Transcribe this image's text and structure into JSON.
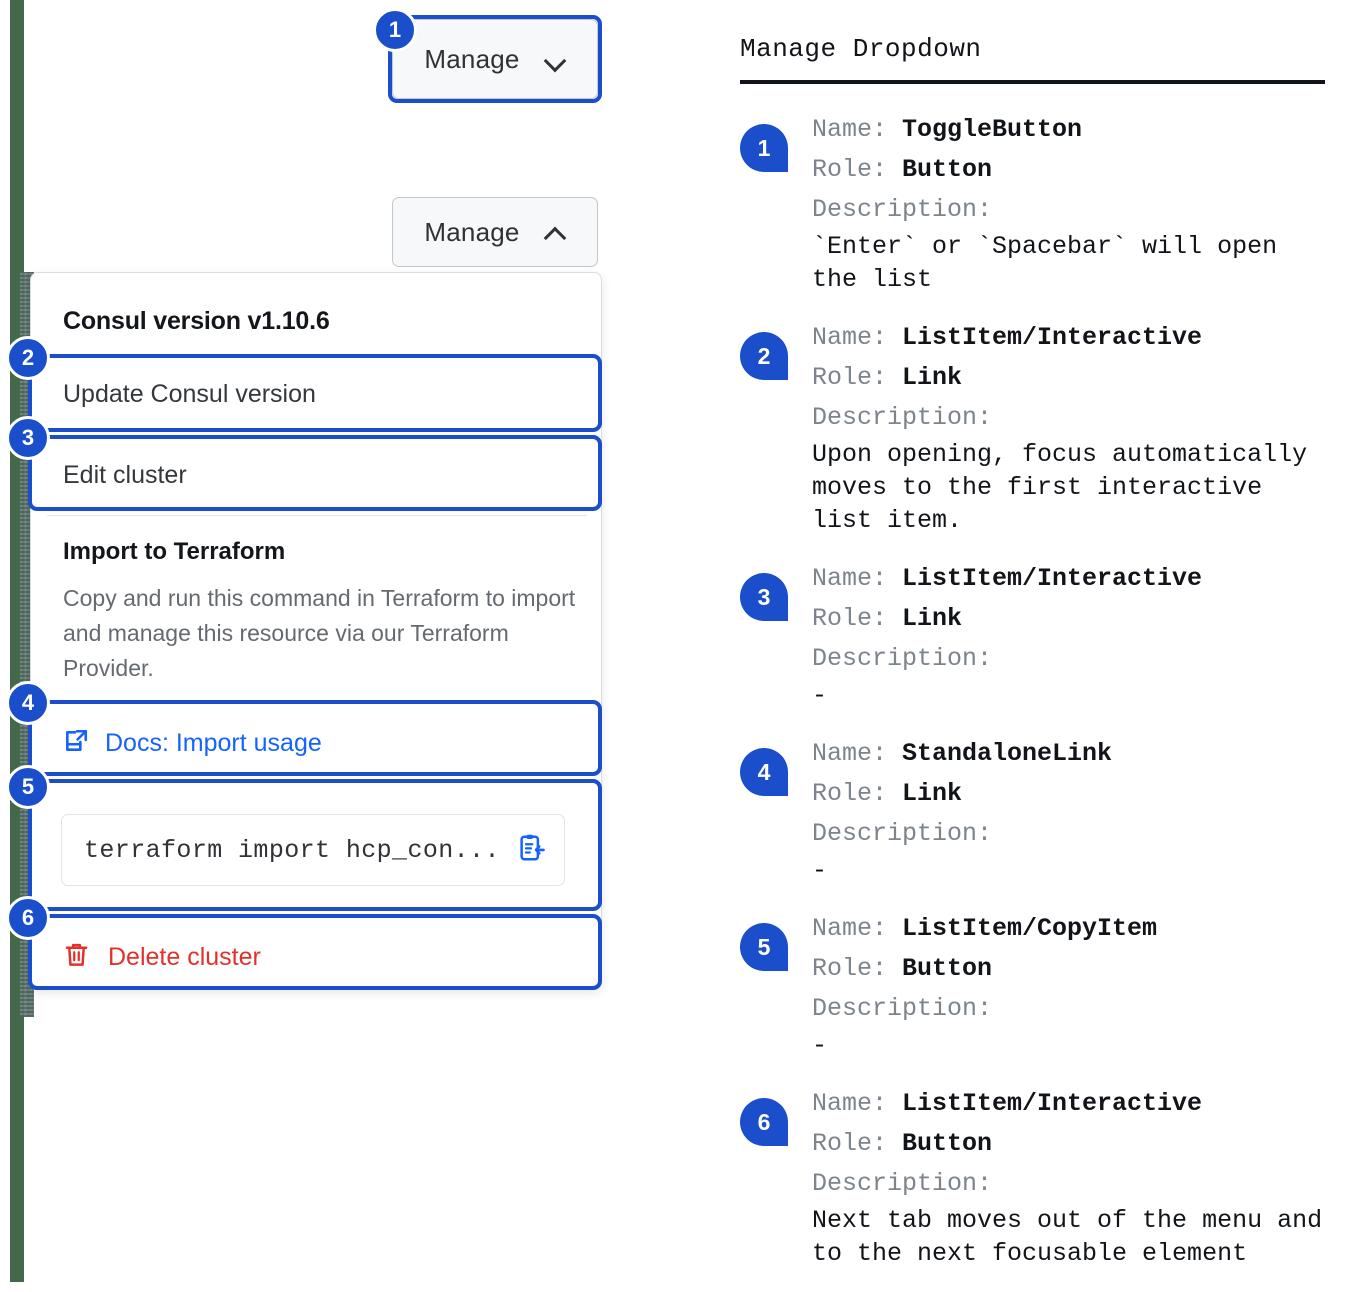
{
  "left": {
    "toggle_closed": {
      "label": "Manage",
      "icon": "chevron-down-icon"
    },
    "toggle_open": {
      "label": "Manage",
      "icon": "chevron-up-icon"
    },
    "menu": {
      "header": "Consul version v1.10.6",
      "items": [
        {
          "label": "Update Consul version"
        },
        {
          "label": "Edit cluster"
        }
      ],
      "terraform": {
        "title": "Import to Terraform",
        "description": "Copy and run this command in Terraform to import and manage this resource via our Terraform Provider.",
        "docs_link": "Docs: Import usage",
        "docs_icon": "external-link-docs-icon",
        "code": "terraform import hcp_con...",
        "copy_icon": "copy-clipboard-icon"
      },
      "delete": {
        "label": "Delete cluster",
        "icon": "trash-icon"
      }
    },
    "badges": [
      "1",
      "2",
      "3",
      "4",
      "5",
      "6"
    ]
  },
  "right": {
    "title": "Manage Dropdown",
    "labels": {
      "name": "Name:",
      "role": "Role:",
      "description": "Description:"
    },
    "entries": [
      {
        "badge": "1",
        "name": "ToggleButton",
        "role": "Button",
        "description": "`Enter` or `Spacebar` will open\nthe list"
      },
      {
        "badge": "2",
        "name": "ListItem/Interactive",
        "role": "Link",
        "description": "Upon opening, focus automatically\nmoves to the first interactive\nlist item."
      },
      {
        "badge": "3",
        "name": "ListItem/Interactive",
        "role": "Link",
        "description": "-"
      },
      {
        "badge": "4",
        "name": "StandaloneLink",
        "role": "Link",
        "description": "-"
      },
      {
        "badge": "5",
        "name": "ListItem/CopyItem",
        "role": "Button",
        "description": "-"
      },
      {
        "badge": "6",
        "name": "ListItem/Interactive",
        "role": "Button",
        "description": "Next tab moves out of the menu and\nto the next focusable element"
      }
    ]
  },
  "colors": {
    "accent_blue": "#1b4ecb",
    "link_blue": "#1563ff",
    "danger_red": "#e4302a",
    "edge_green": "#44694a"
  }
}
